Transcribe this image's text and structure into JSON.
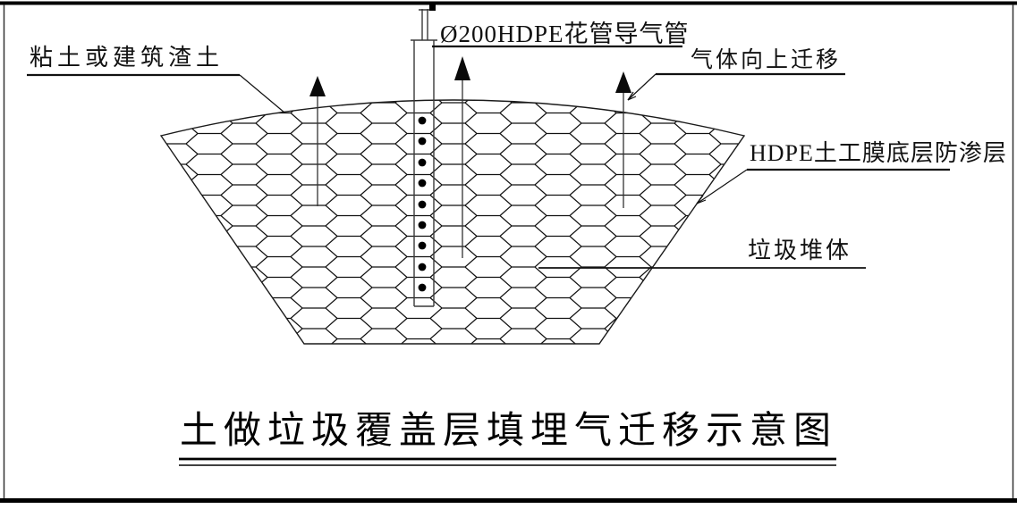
{
  "diagram": {
    "title": "土做垃圾覆盖层填埋气迁移示意图",
    "labels": {
      "pipe": "Ø200HDPE花管导气管",
      "cover": "粘土或建筑渣土",
      "gas_flow": "气体向上迁移",
      "liner": "HDPE土工膜底层防渗层",
      "waste": "垃圾堆体"
    },
    "colors": {
      "line": "#111111",
      "background": "#ffffff"
    }
  }
}
